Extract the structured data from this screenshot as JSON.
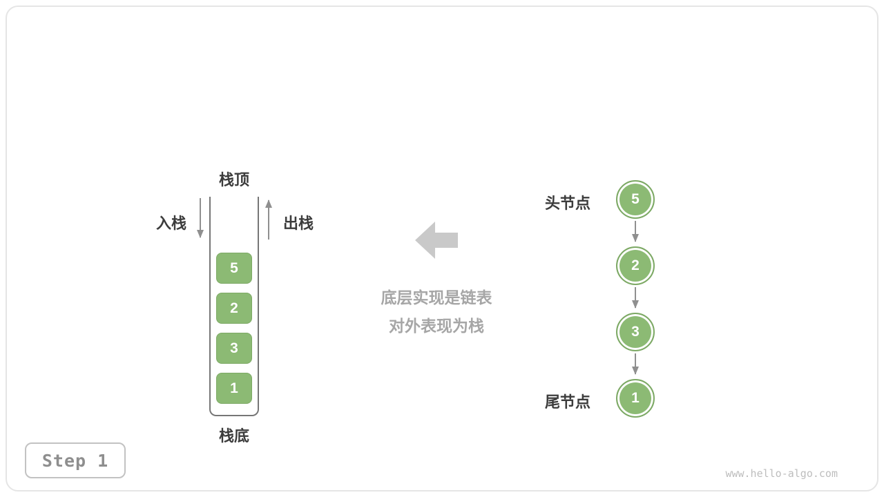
{
  "colors": {
    "green": "#8CBA74",
    "green_ring": "#7DA965",
    "text_dark": "#3C3C3C",
    "text_gray": "#A6A6A6",
    "arrow_gray": "#8F8F8F",
    "big_arrow": "#C9C9C9",
    "container_border": "#767676",
    "frame_border": "#E5E5E5",
    "step_border": "#C2C2C2",
    "step_text": "#8E8E8E",
    "watermark": "#BDBDBD"
  },
  "stack": {
    "top_label": "栈顶",
    "bottom_label": "栈底",
    "push_label": "入栈",
    "pop_label": "出栈",
    "items": [
      "5",
      "2",
      "3",
      "1"
    ]
  },
  "caption": {
    "line1": "底层实现是链表",
    "line2": "对外表现为栈"
  },
  "linked_list": {
    "head_label": "头节点",
    "tail_label": "尾节点",
    "items": [
      "5",
      "2",
      "3",
      "1"
    ]
  },
  "step": {
    "label": "Step 1"
  },
  "watermark": "www.hello-algo.com"
}
